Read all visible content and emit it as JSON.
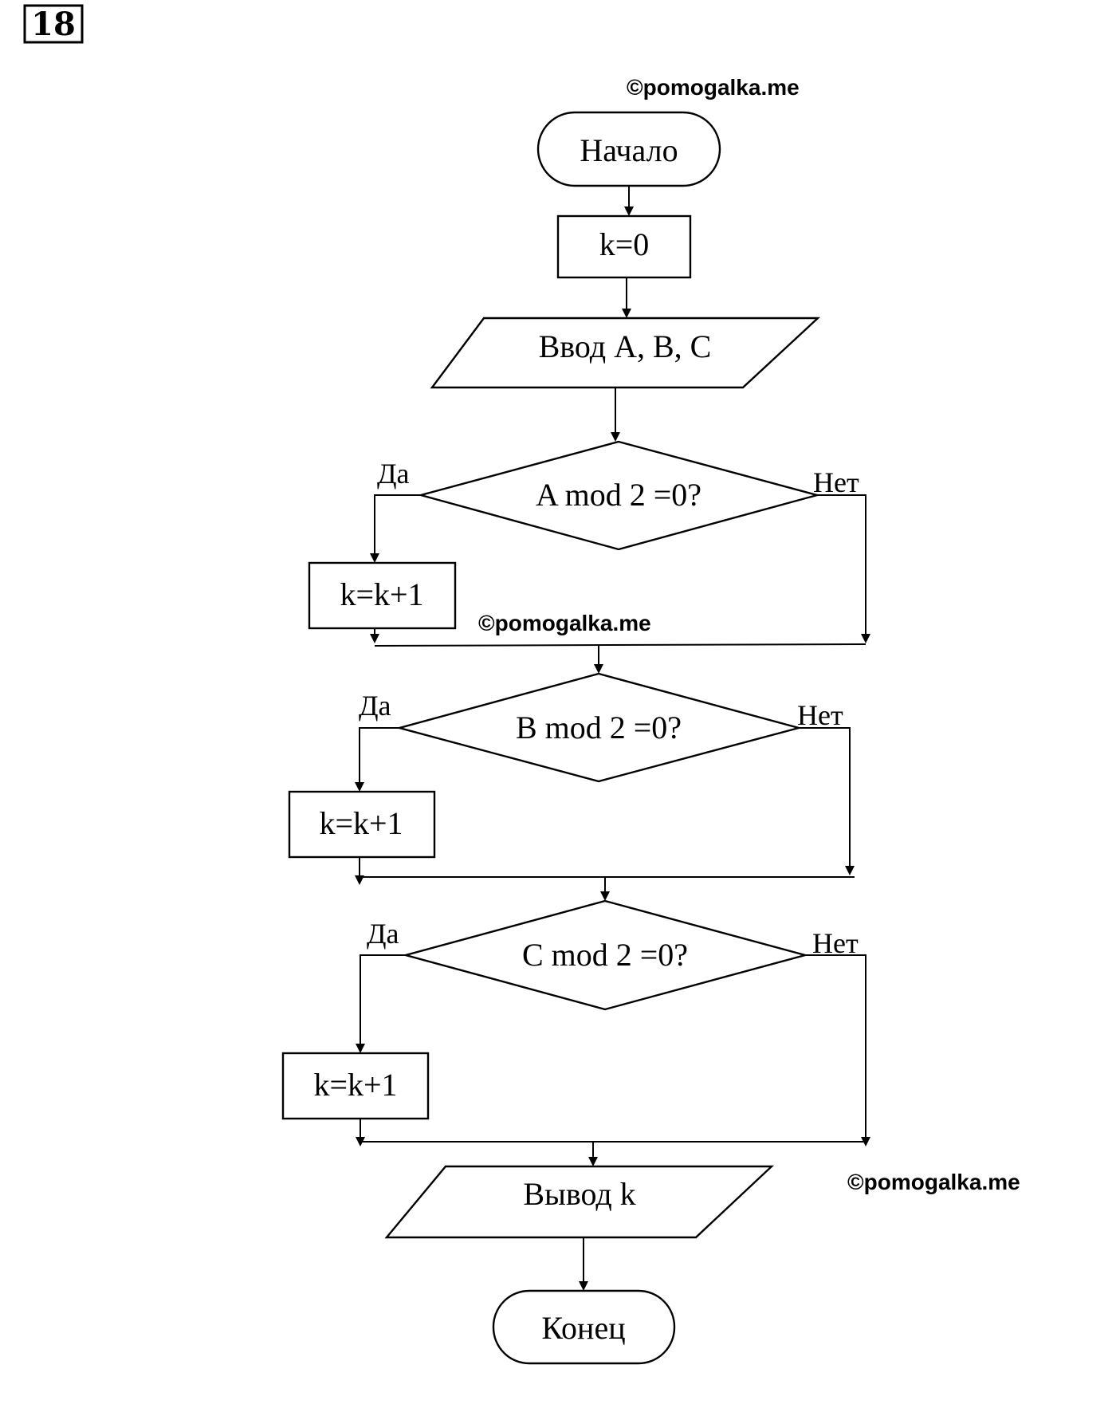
{
  "task_number": "18",
  "watermarks": [
    "©pomogalka.me",
    "©pomogalka.me",
    "©pomogalka.me"
  ],
  "nodes": {
    "start": "Начало",
    "init": "k=0",
    "input": "Ввод A, B, C",
    "cond_a": "A mod 2 =0?",
    "inc_a": "k=k+1",
    "cond_b": "B mod 2 =0?",
    "inc_b": "k=k+1",
    "cond_c": "C mod 2 =0?",
    "inc_c": "k=k+1",
    "output": "Вывод k",
    "end": "Конец"
  },
  "branches": {
    "yes": "Да",
    "no": "Нет"
  }
}
